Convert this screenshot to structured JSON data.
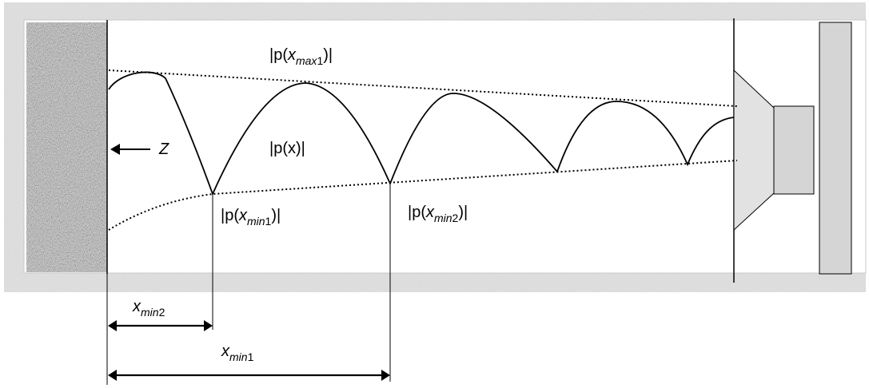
{
  "labels": {
    "z": "Z",
    "p_x": "|p(x)|",
    "p_max1": {
      "pre": "|p(",
      "var": "x",
      "sub_italic": "max",
      "sub_num": "1",
      "post": ")|"
    },
    "p_min1": {
      "pre": "|p(",
      "var": "x",
      "sub_italic": "min",
      "sub_num": "1",
      "post": ")|"
    },
    "p_min2": {
      "pre": "|p(",
      "var": "x",
      "sub_italic": "min",
      "sub_num": "2",
      "post": ")|"
    },
    "x_min2": {
      "var": "x",
      "sub_italic": "min",
      "sub_num": "2"
    },
    "x_min1": {
      "var": "x",
      "sub_italic": "min",
      "sub_num": "1"
    }
  },
  "colors": {
    "tube_fill": "#e4e4e4",
    "tube_border": "#b5b5b5",
    "absorber_base": "#b0b0b0",
    "speaker_cone": "#e2e2e2",
    "speaker_magnet": "#d5d5d5",
    "cap_fill": "#d5d5d5",
    "line": "#000000"
  },
  "icons": {
    "absorber": "porous-material-block",
    "source": "loudspeaker-icon",
    "arrow": "arrow-left"
  }
}
